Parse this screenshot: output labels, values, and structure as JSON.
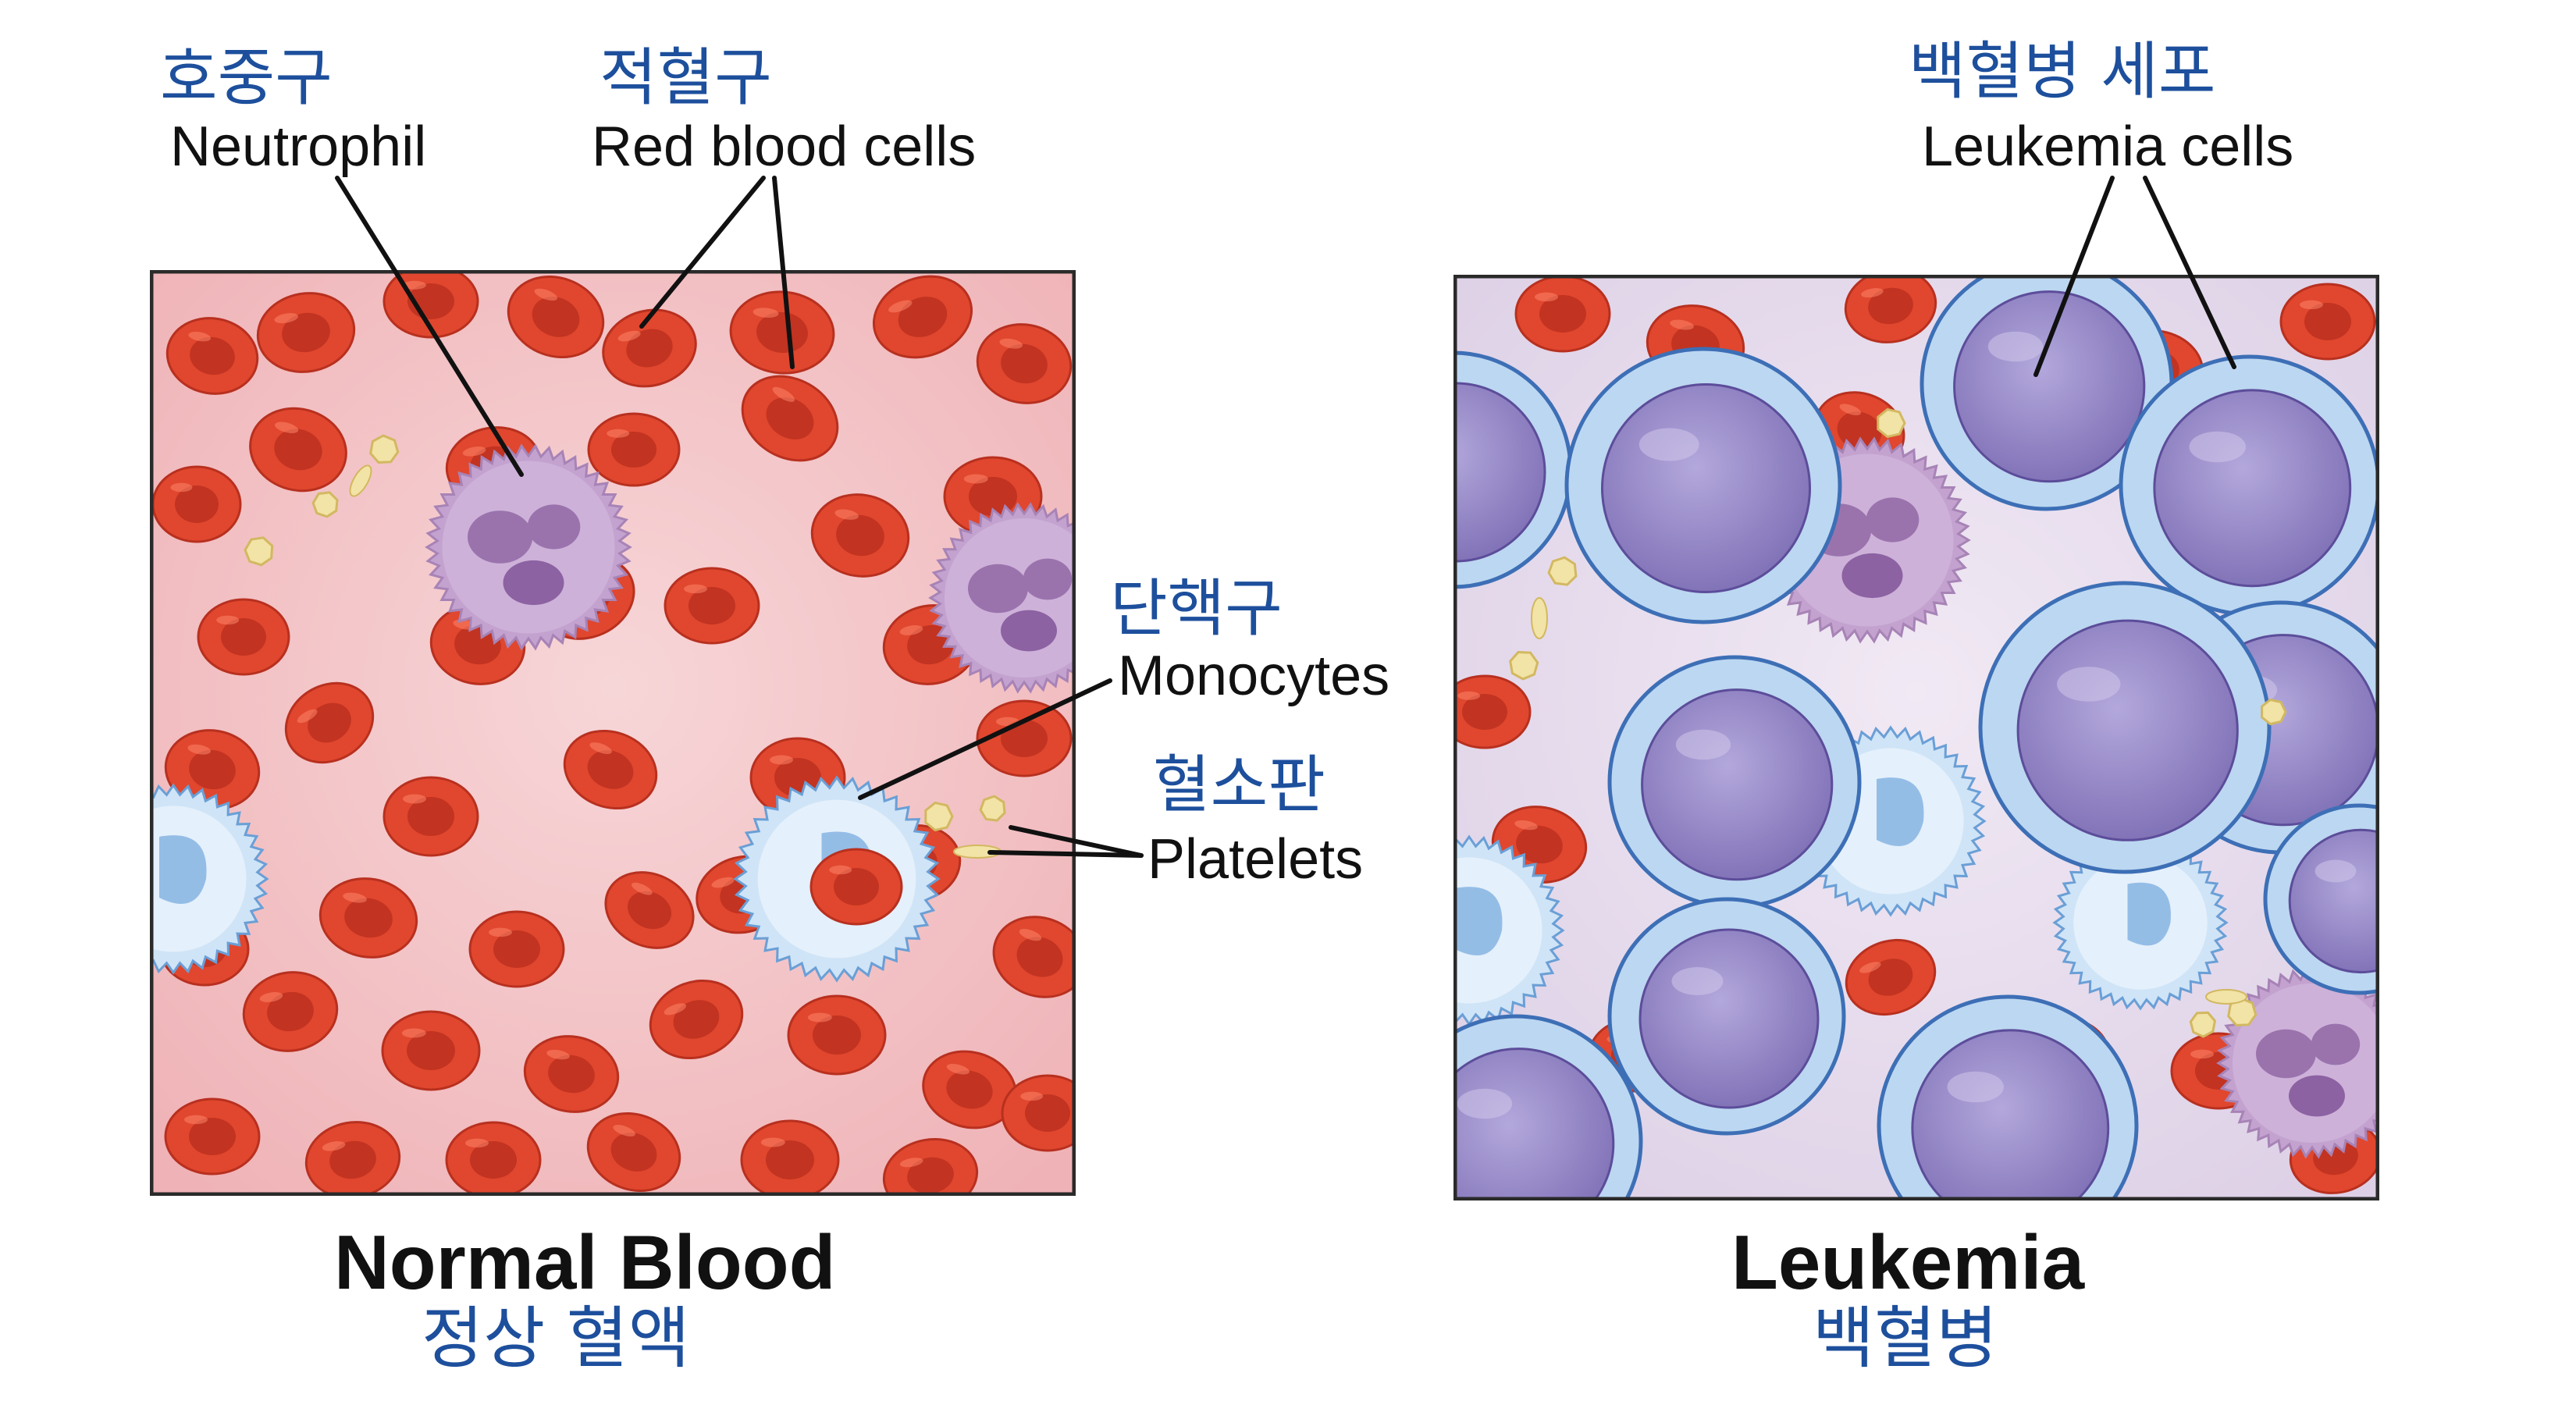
{
  "labels": {
    "neutrophil_ko": "호중구",
    "neutrophil_en": "Neutrophil",
    "rbc_ko": "적혈구",
    "rbc_en": "Red blood cells",
    "leukemia_cells_ko": "백혈병 세포",
    "leukemia_cells_en": "Leukemia cells",
    "monocytes_ko": "단핵구",
    "monocytes_en": "Monocytes",
    "platelets_ko": "혈소판",
    "platelets_en": "Platelets"
  },
  "captions": {
    "normal_title": "Normal Blood",
    "normal_subtitle": "정상 혈액",
    "leukemia_title": "Leukemia",
    "leukemia_subtitle": "백혈병"
  },
  "colors": {
    "normal_bg": "#f2bcc0",
    "leukemia_bg": "#e7dbee",
    "rbc": "#e0472e",
    "rbc_dark": "#a92318",
    "blast_fill": "#9789c6",
    "blast_rim": "#bcd7f1",
    "monocyte_fill": "#cfe4f7",
    "neutrophil_fill": "#c3a2cf",
    "platelet": "#f2e3a6",
    "label_blue": "#1d4f9c"
  }
}
